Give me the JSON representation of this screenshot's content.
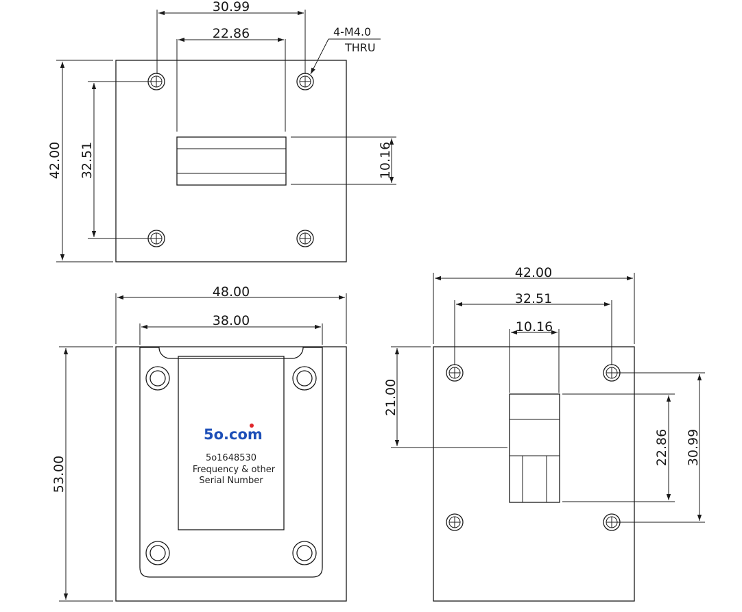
{
  "colors": {
    "line": "#1a1a1a",
    "logo_blue": "#1d4fb8",
    "logo_dot": "#e0262b"
  },
  "top_view": {
    "dims": {
      "hole_spacing_x": "30.99",
      "waveguide_width": "22.86",
      "height": "42.00",
      "hole_spacing_y": "32.51",
      "waveguide_height": "10.16"
    },
    "note": {
      "line1": "4-M4.0",
      "line2": "THRU"
    }
  },
  "front_view": {
    "dims": {
      "width": "48.00",
      "inner_width": "38.00",
      "height": "53.00"
    },
    "label": {
      "logo_main": "5o",
      "logo_suffix": ".com",
      "part_number": "5o1648530",
      "line2": "Frequency & other",
      "line3": "Serial Number"
    }
  },
  "side_view": {
    "dims": {
      "width": "42.00",
      "hole_spacing_x": "32.51",
      "waveguide_width": "10.16",
      "offset": "21.00",
      "waveguide_height": "22.86",
      "hole_spacing_y": "30.99"
    }
  }
}
